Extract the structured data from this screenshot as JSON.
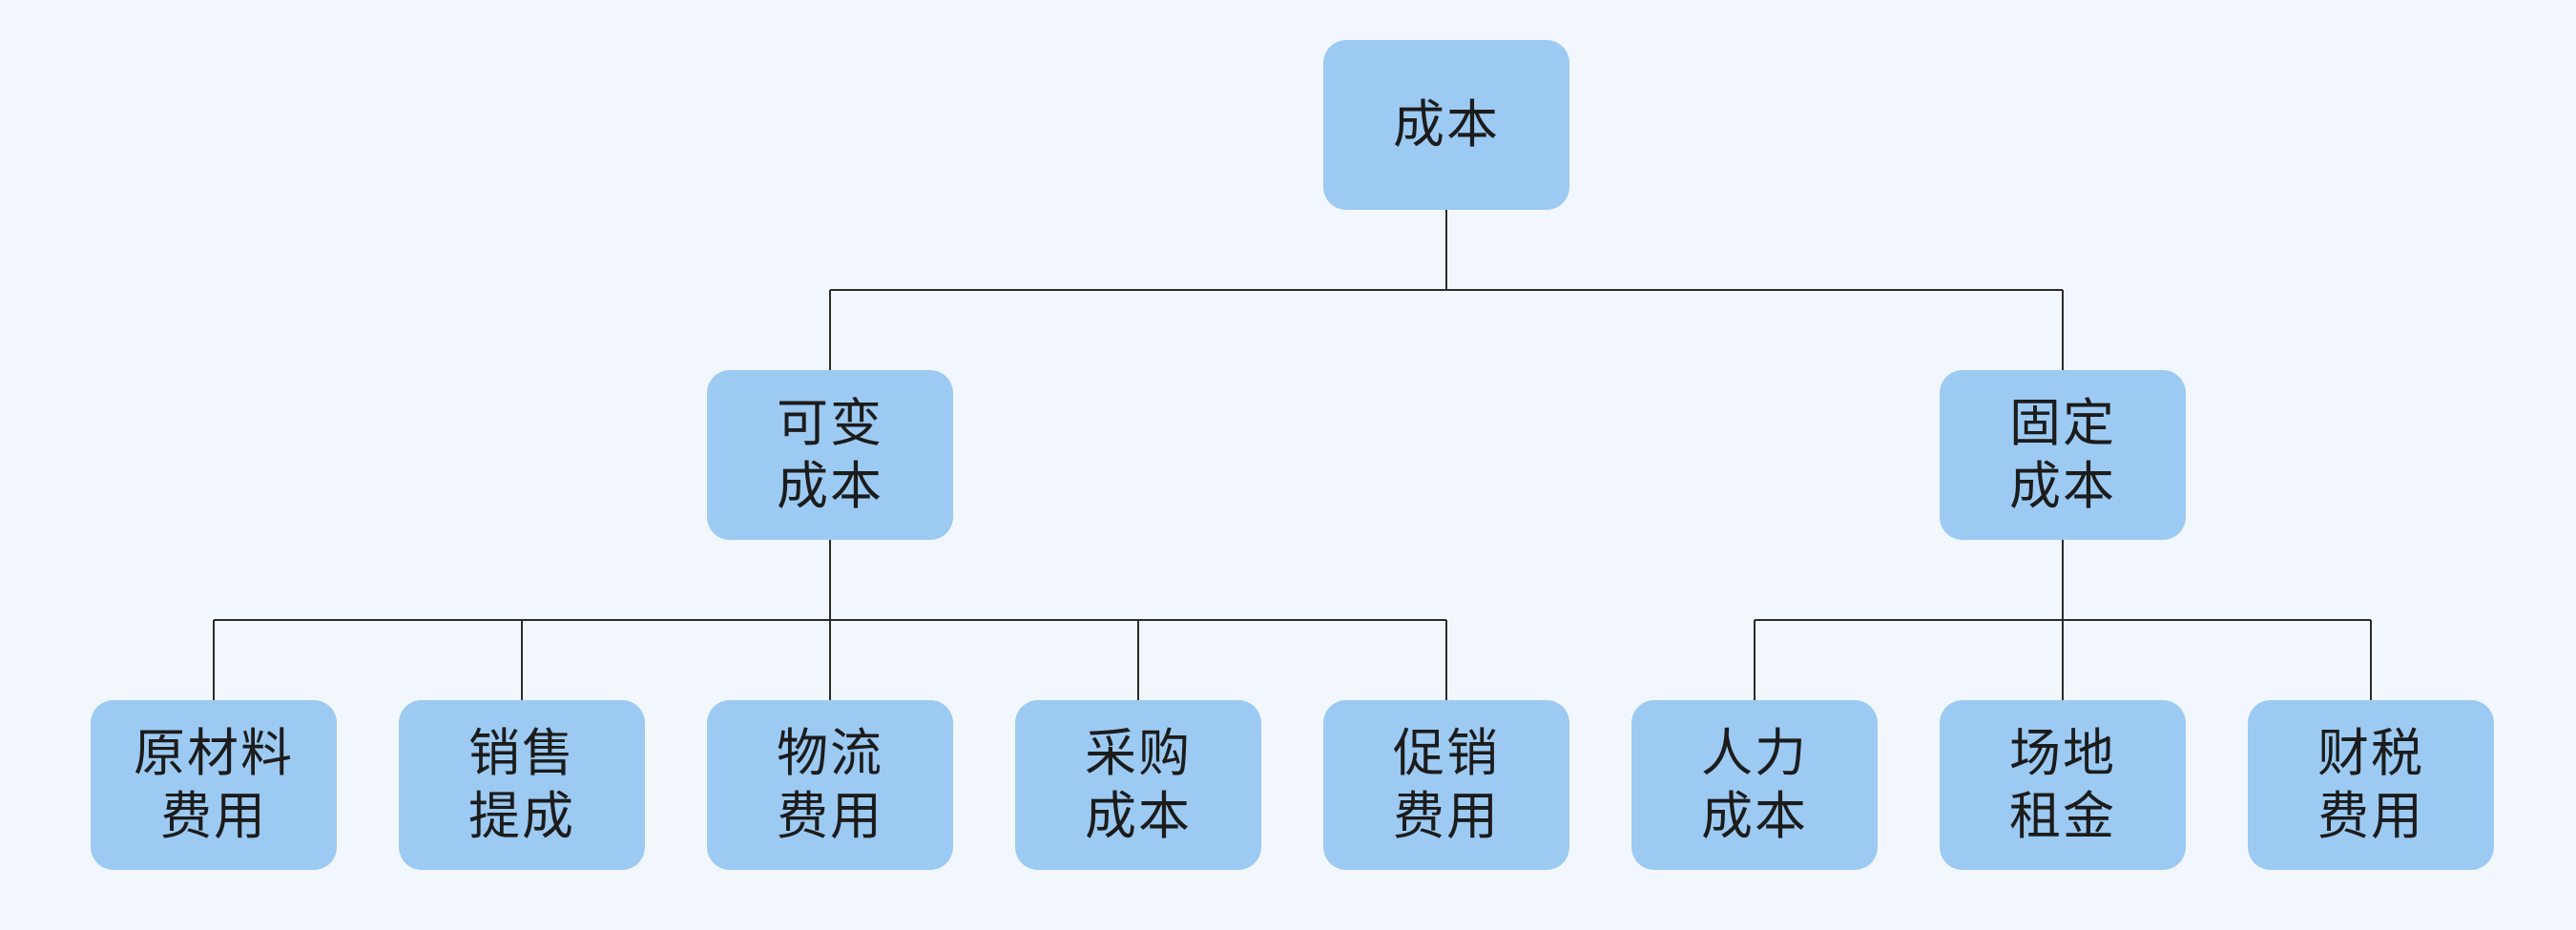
{
  "diagram": {
    "type": "org-tree",
    "colors": {
      "background": "#f2f7fd",
      "node_fill": "#9ccaf2",
      "text": "#1c1c1c",
      "connector": "#2b2b2b"
    },
    "root": {
      "id": "n0",
      "lines": [
        "成本"
      ],
      "children": [
        {
          "id": "n1",
          "lines": [
            "可变",
            "成本"
          ],
          "children": [
            {
              "id": "n11",
              "lines": [
                "原材料",
                "费用"
              ]
            },
            {
              "id": "n12",
              "lines": [
                "销售",
                "提成"
              ]
            },
            {
              "id": "n13",
              "lines": [
                "物流",
                "费用"
              ]
            },
            {
              "id": "n14",
              "lines": [
                "采购",
                "成本"
              ]
            },
            {
              "id": "n15",
              "lines": [
                "促销",
                "费用"
              ]
            }
          ]
        },
        {
          "id": "n2",
          "lines": [
            "固定",
            "成本"
          ],
          "children": [
            {
              "id": "n21",
              "lines": [
                "人力",
                "成本"
              ]
            },
            {
              "id": "n22",
              "lines": [
                "场地",
                "租金"
              ]
            },
            {
              "id": "n23",
              "lines": [
                "财税",
                "费用"
              ]
            }
          ]
        }
      ]
    }
  }
}
